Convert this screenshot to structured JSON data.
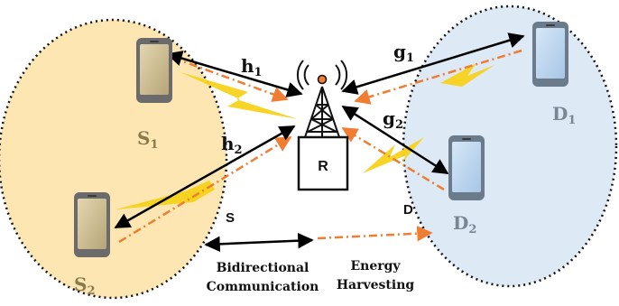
{
  "nodes": {
    "s1": {
      "base": "S",
      "sub": "1"
    },
    "s2": {
      "base": "S",
      "sub": "2"
    },
    "d1": {
      "base": "D",
      "sub": "1"
    },
    "d2": {
      "base": "D",
      "sub": "2"
    },
    "relay": "R",
    "source_group": "S",
    "destination_group": "D"
  },
  "channels": {
    "h1": {
      "base": "h",
      "sub": "1"
    },
    "h2": {
      "base": "h",
      "sub": "2"
    },
    "g1": {
      "base": "g",
      "sub": "1"
    },
    "g2": {
      "base": "g",
      "sub": "2"
    }
  },
  "legend": {
    "bidirectional_line1": "Bidirectional",
    "bidirectional_line2": "Communication",
    "energy_line1": "Energy",
    "energy_line2": "Harvesting"
  },
  "colors": {
    "source_region": "#fde6b2",
    "destination_region": "#dde9f5",
    "energy_arrow": "#ef7d32",
    "lightning": "#f7d21a",
    "phone_source": "#c9b88a",
    "phone_destination": "#b8d4ef",
    "link": "#000000"
  },
  "icons": {
    "tower": "antenna-tower-icon",
    "phone": "smartphone-icon",
    "lightning": "lightning-bolt-icon"
  }
}
